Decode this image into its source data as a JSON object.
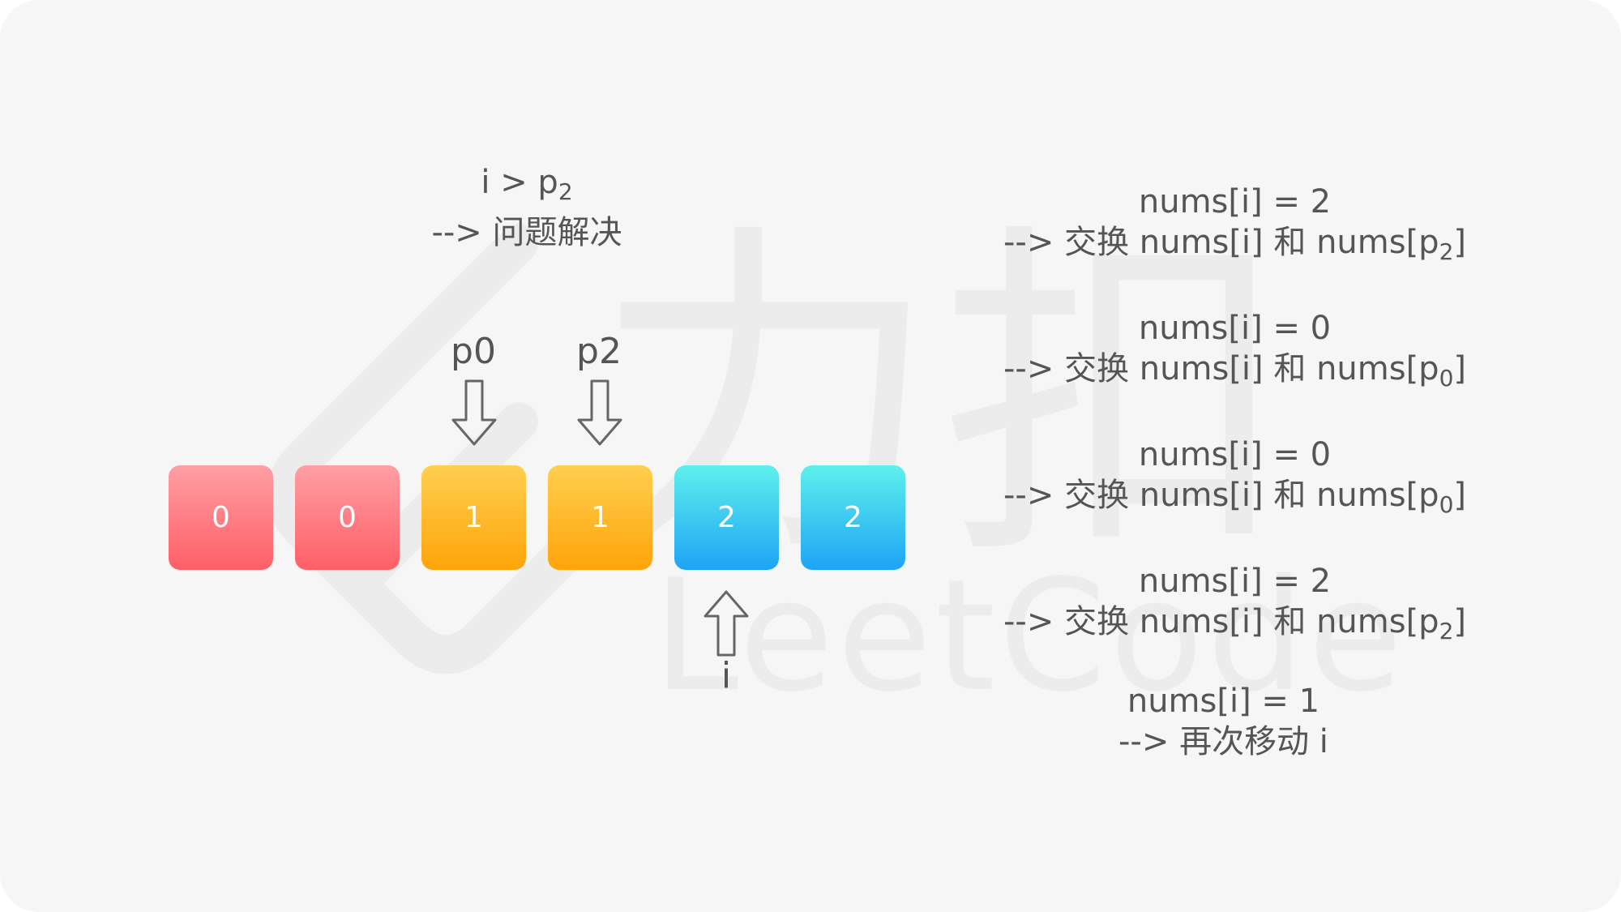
{
  "status": {
    "line1_prefix": "i > p",
    "line1_sub": "2",
    "line2": "--> 问题解决"
  },
  "pointers": {
    "p0_label": "p0",
    "p2_label": "p2",
    "i_label": "i"
  },
  "array": [
    "0",
    "0",
    "1",
    "1",
    "2",
    "2"
  ],
  "rules": [
    {
      "cond": "nums[i] = 2",
      "act": "--> 交换 nums[i] 和 nums[p",
      "sub": "2",
      "tail": "]"
    },
    {
      "cond": "nums[i] = 0",
      "act": "--> 交换 nums[i] 和 nums[p",
      "sub": "0",
      "tail": "]"
    },
    {
      "cond": "nums[i] = 0",
      "act": "--> 交换 nums[i] 和 nums[p",
      "sub": "0",
      "tail": "]"
    },
    {
      "cond": "nums[i] = 2",
      "act": "--> 交换 nums[i] 和 nums[p",
      "sub": "2",
      "tail": "]"
    },
    {
      "cond": "nums[i] = 1",
      "act": "--> 再次移动 i",
      "sub": "",
      "tail": ""
    }
  ],
  "colors": {
    "value_0": "#ff6b72",
    "value_1": "#ffae1a",
    "value_2": "#2fb8f2",
    "text": "#555555",
    "background": "#f6f6f6"
  },
  "watermark": {
    "logo": "leetcode-logo-icon",
    "brand_cn": "力扣",
    "brand_en": "LeetCode"
  }
}
